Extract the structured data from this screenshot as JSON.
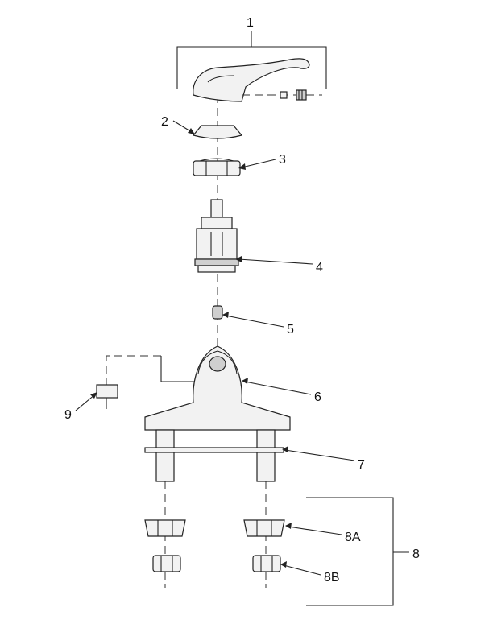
{
  "callouts": {
    "c1": "1",
    "c2": "2",
    "c3": "3",
    "c4": "4",
    "c5": "5",
    "c6": "6",
    "c7": "7",
    "c8": "8",
    "c8a": "8A",
    "c8b": "8B",
    "c9": "9"
  }
}
